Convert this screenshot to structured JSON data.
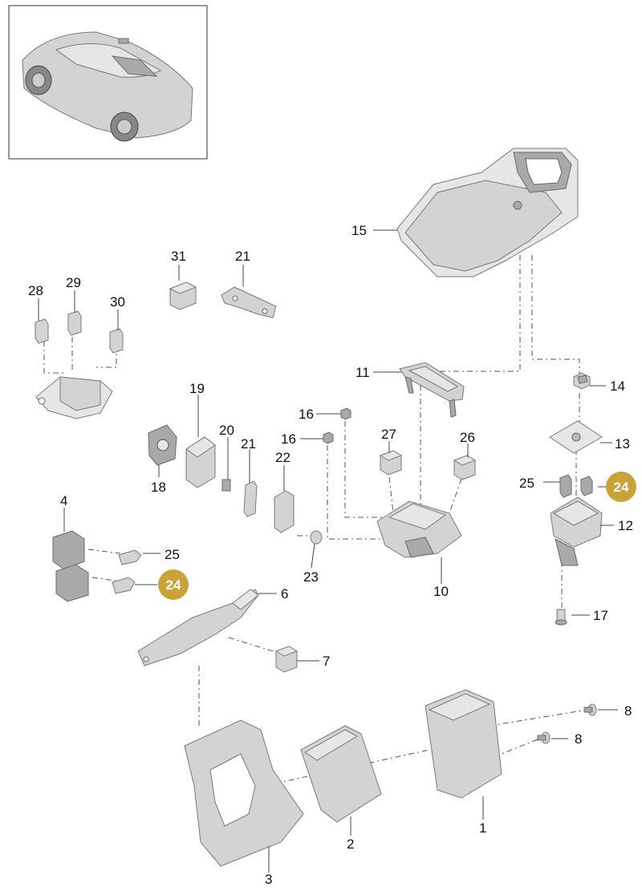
{
  "callouts": {
    "c1": "1",
    "c2": "2",
    "c3": "3",
    "c4": "4",
    "c6": "6",
    "c7": "7",
    "c8a": "8",
    "c8b": "8",
    "c10": "10",
    "c11": "11",
    "c12": "12",
    "c13": "13",
    "c14": "14",
    "c15": "15",
    "c16a": "16",
    "c16b": "16",
    "c17": "17",
    "c18": "18",
    "c19": "19",
    "c20": "20",
    "c21a": "21",
    "c21b": "21",
    "c22": "22",
    "c23": "23",
    "c24a": "24",
    "c24b": "24",
    "c25a": "25",
    "c25b": "25",
    "c26": "26",
    "c27": "27",
    "c28": "28",
    "c29": "29",
    "c30": "30",
    "c31": "31"
  },
  "colors": {
    "badge": "#c9a23a",
    "part_fill": "#d3d3d3",
    "line": "#444444"
  },
  "icons": {
    "thumbnail": "car-thumbnail-icon"
  }
}
